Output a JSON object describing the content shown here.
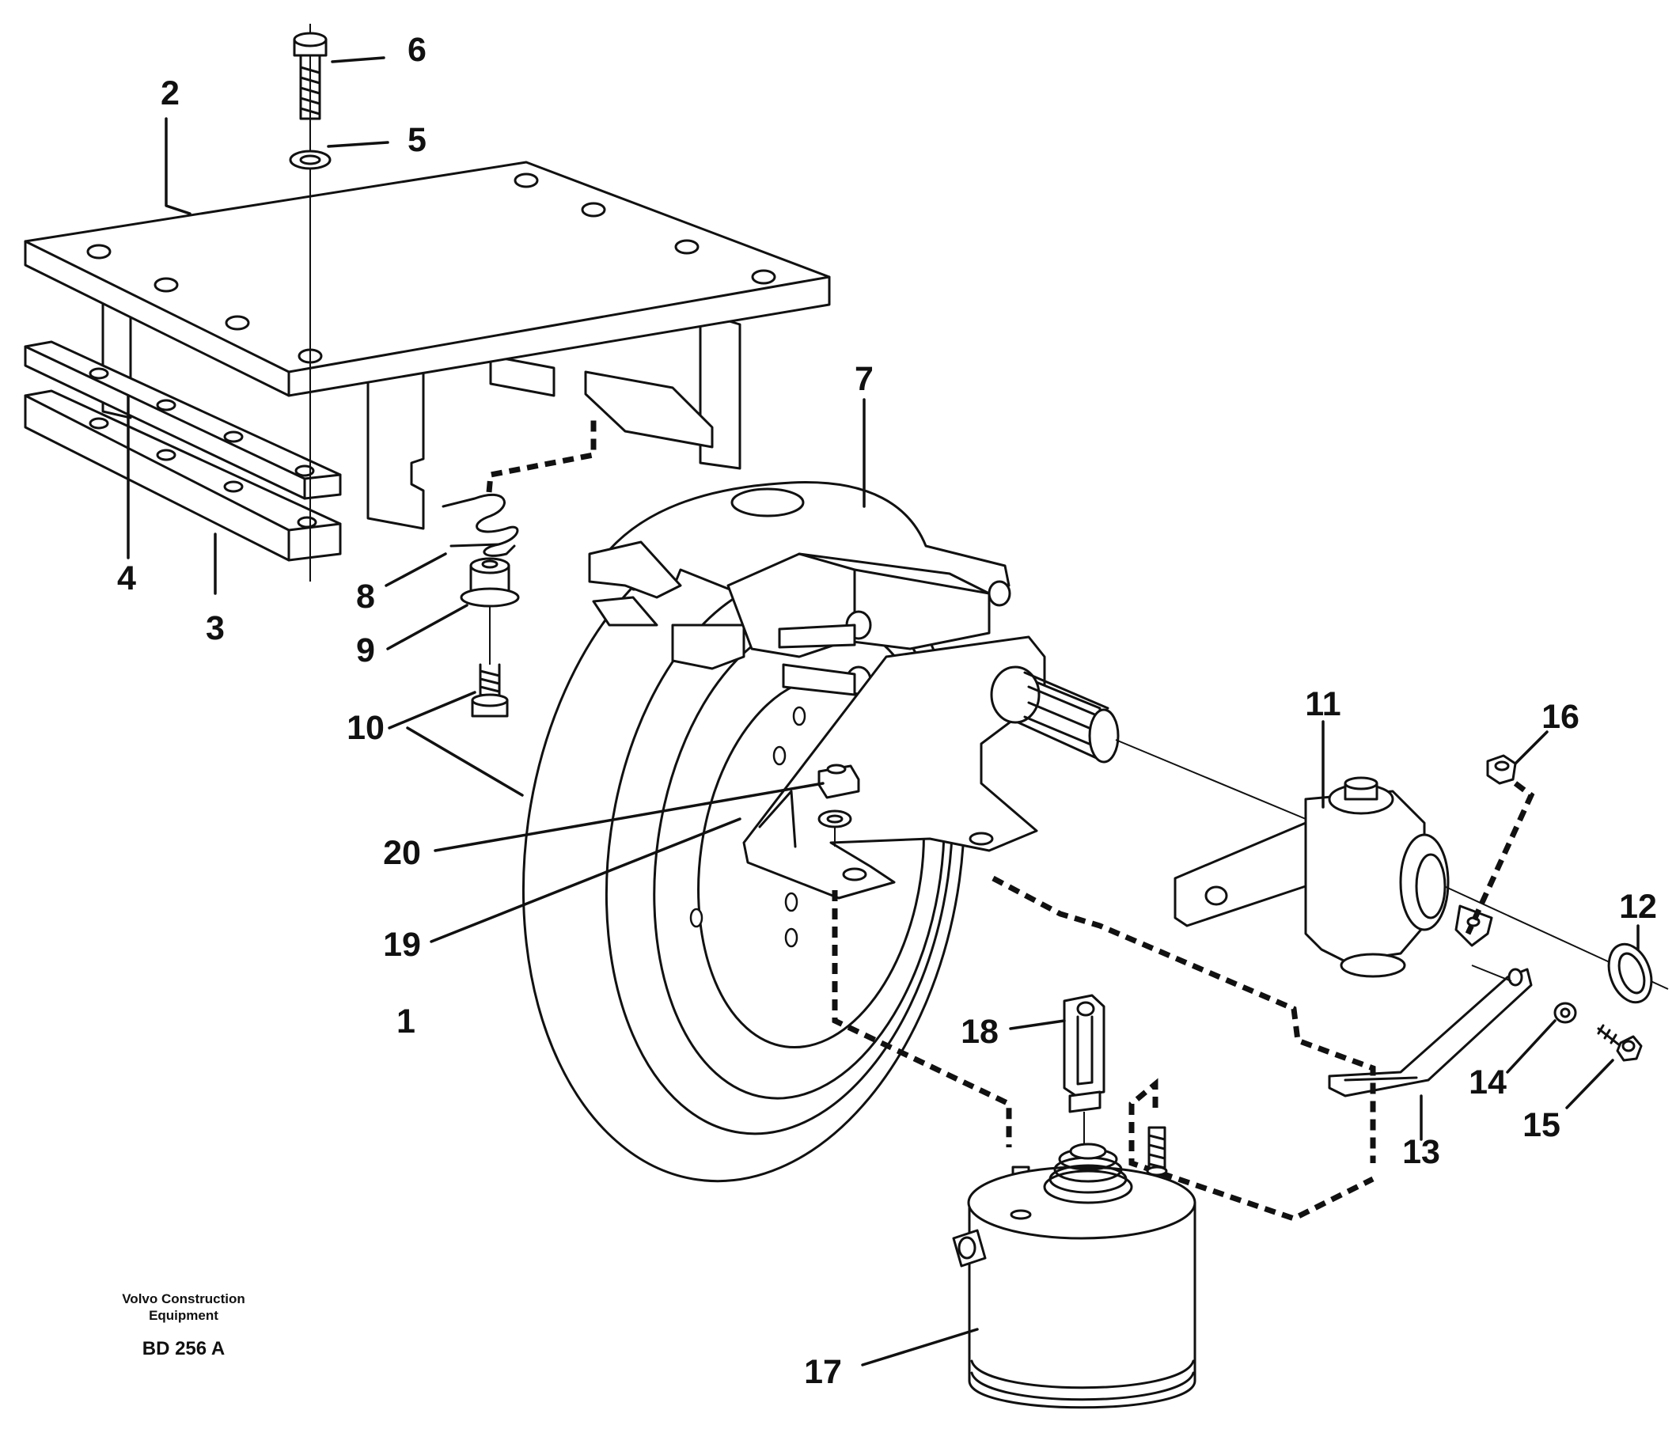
{
  "figure": {
    "callouts": [
      "1",
      "2",
      "3",
      "4",
      "5",
      "6",
      "7",
      "8",
      "9",
      "10",
      "11",
      "12",
      "13",
      "14",
      "15",
      "16",
      "17",
      "18",
      "19",
      "20"
    ],
    "manufacturer_line1": "Volvo Construction",
    "manufacturer_line2": "Equipment",
    "figure_code": "BD 256 A"
  }
}
